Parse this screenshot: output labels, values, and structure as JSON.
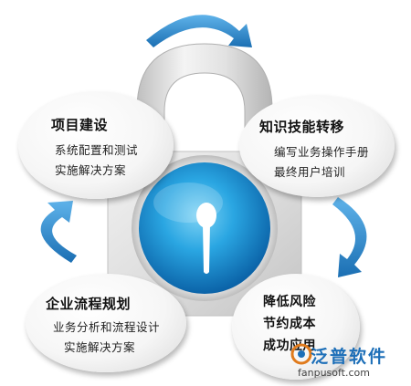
{
  "top_left_bubble": {
    "title": "项目建设",
    "lines": [
      "系统配置和测试",
      "实施解决方案"
    ]
  },
  "top_right_bubble": {
    "title": "知识技能转移",
    "lines": [
      "编写业务操作手册",
      "最终用户培训"
    ]
  },
  "bottom_left_bubble": {
    "title": "企业流程规划",
    "lines": [
      "业务分析和流程设计",
      "实施解决方案"
    ]
  },
  "bottom_right_bubble": {
    "lines": [
      "降低风险",
      "节约成本",
      "成功应用"
    ]
  },
  "brand": {
    "name": "泛普软件",
    "url": "fanpusoft.com"
  },
  "colors": {
    "arrow_blue": "#2a86cf",
    "lock_blue": "#1d8ed6",
    "lock_silver": "#d8d8d8"
  },
  "icons": [
    "lock-icon",
    "keyhole-icon",
    "cycle-arrow-icon",
    "brand-logo-icon"
  ]
}
